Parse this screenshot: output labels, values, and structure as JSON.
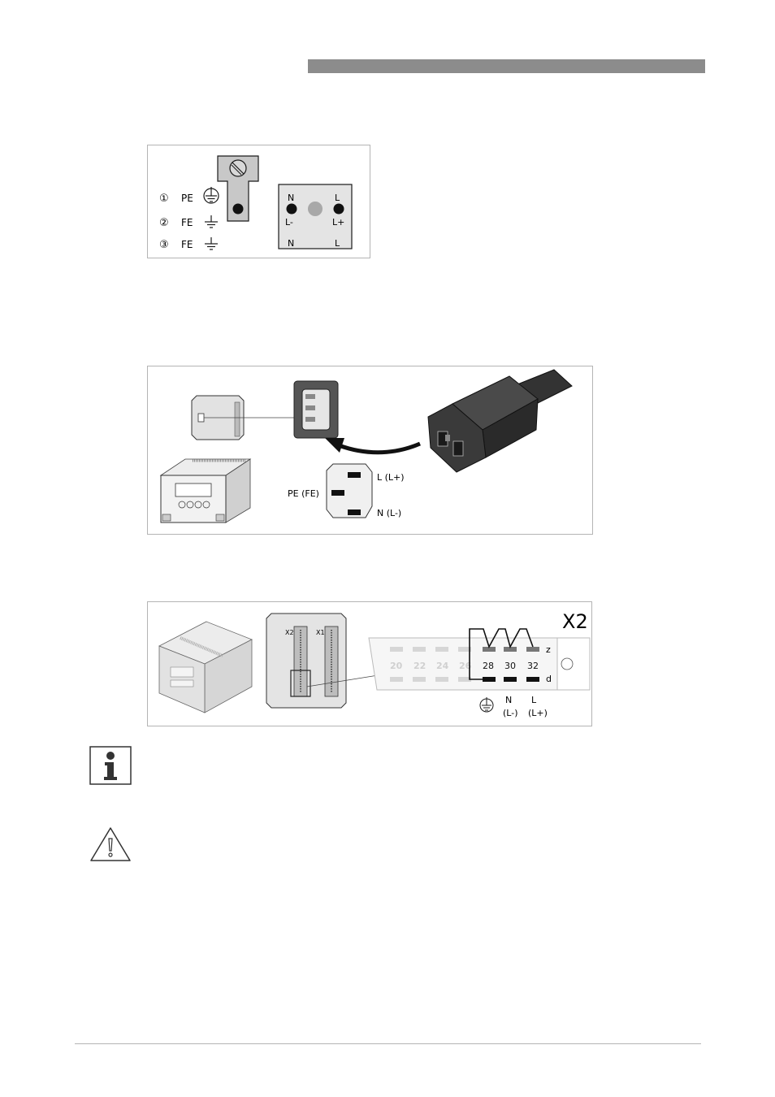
{
  "figure1": {
    "rows": [
      {
        "num": "①",
        "label": "PE"
      },
      {
        "num": "②",
        "label": "FE"
      },
      {
        "num": "③",
        "label": "FE"
      }
    ],
    "terminal": {
      "top_left": "N",
      "top_right": "L",
      "mid_left": "L-",
      "mid_right": "L+",
      "bottom_left": "N",
      "bottom_right": "L"
    }
  },
  "figure2": {
    "socket_labels": {
      "top": "L (L+)",
      "left": "PE (FE)",
      "bottom": "N (L-)"
    }
  },
  "figure3": {
    "title": "X2",
    "connector_labels": {
      "x2": "X2",
      "x1": "X1"
    },
    "pin_numbers": [
      "20",
      "22",
      "24",
      "26",
      "28",
      "30",
      "32"
    ],
    "row_labels": {
      "z": "z",
      "d": "d"
    },
    "bottom_labels": {
      "n": "N",
      "n_alt": "(L-)",
      "l": "L",
      "l_alt": "(L+)"
    }
  },
  "icons": {
    "info": "info-icon",
    "warning": "warning-icon"
  }
}
